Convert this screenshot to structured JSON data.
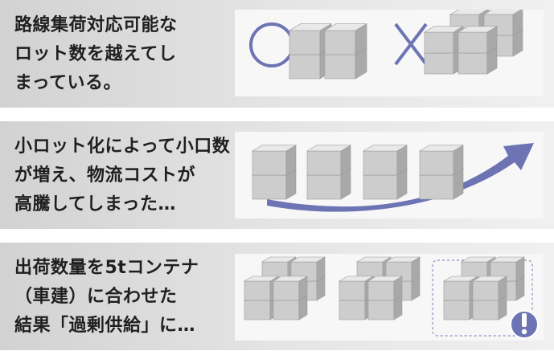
{
  "panels": [
    {
      "lines": [
        "路線集荷対応可能な",
        "ロット数を越えてし",
        "まっている。"
      ],
      "symbols": [
        "circle-mark",
        "cross-mark"
      ]
    },
    {
      "lines": [
        "小ロット化によって小口数",
        "が増え、物流コストが",
        "高騰してしまった…"
      ],
      "symbols": [
        "rising-arrow"
      ]
    },
    {
      "lines": [
        "出荷数量を5tコンテナ",
        "（車建）に合わせた",
        "結果「過剰供給」に…"
      ],
      "symbols": [
        "warning-badge"
      ]
    }
  ],
  "colors": {
    "accent": "#6c74b4",
    "cube_top": "#e9e9e9",
    "cube_front": "#cdcdcd",
    "cube_side": "#a9a9a9"
  }
}
